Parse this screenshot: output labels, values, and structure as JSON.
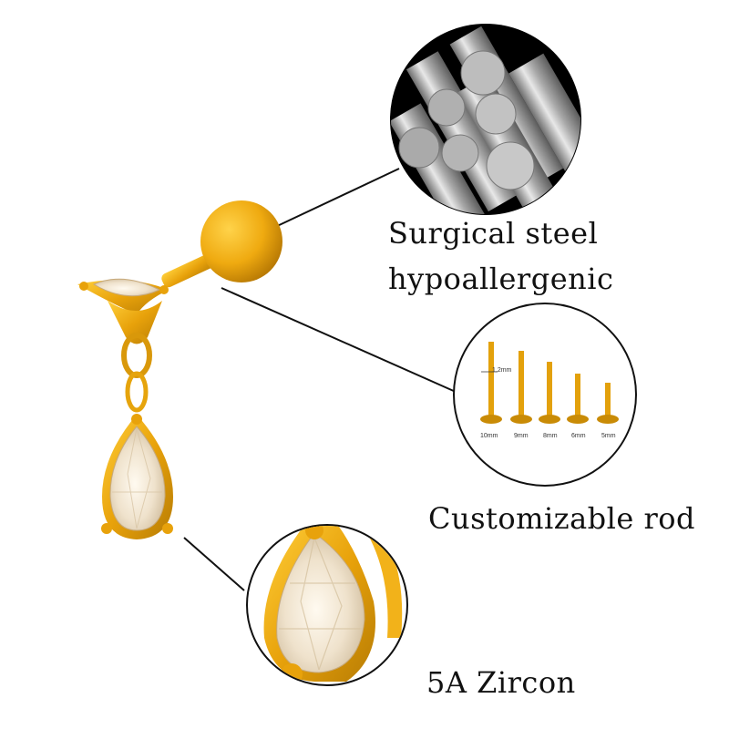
{
  "product": {
    "name": "gold cartilage earring with zircon drop"
  },
  "callouts": {
    "steel_line1": "Surgical steel",
    "steel_line2": "hypoallergenic",
    "rod": "Customizable rod",
    "zircon": "5A Zircon"
  },
  "rod_sizes": {
    "thickness": "1.2mm",
    "lengths": [
      "10mm",
      "9mm",
      "8mm",
      "6mm",
      "5mm"
    ]
  },
  "colors": {
    "gold": "#e9a90c",
    "gold_dark": "#b57d05",
    "steel": "#9a9a9a",
    "zircon": "#f3e8d8"
  }
}
